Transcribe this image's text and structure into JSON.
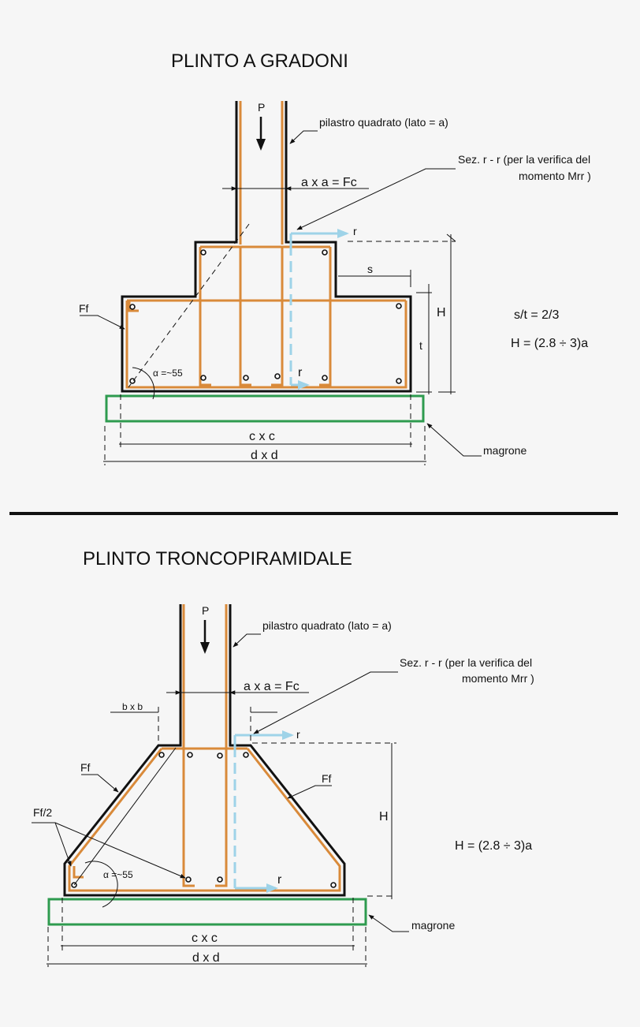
{
  "top": {
    "title": "PLINTO A GRADONI",
    "load": "P",
    "pillar": "pilastro quadrato (lato = a)",
    "section_1": "Sez. r - r  (per la verifica del",
    "section_2": "momento Mrr )",
    "column_area": "a x a = Fc",
    "r_top": "r",
    "r_bottom": "r",
    "s": "s",
    "h": "H",
    "t": "t",
    "ff": "Ff",
    "alpha": "α =~55",
    "ratio": "s/t = 2/3",
    "h_formula": "H = (2.8 ÷ 3)a",
    "c": "c x c",
    "d": "d x d",
    "lean": "magrone"
  },
  "bottom": {
    "title": "PLINTO TRONCOPIRAMIDALE",
    "load": "P",
    "pillar": "pilastro quadrato (lato = a)",
    "section_1": "Sez. r - r  (per la verifica del",
    "section_2": "momento Mrr )",
    "column_area": "a x a = Fc",
    "b": "b x b",
    "r_top": "r",
    "r_bottom": "r",
    "ff_left": "Ff",
    "ff_right": "Ff",
    "ff_half": "Ff/2",
    "alpha": "α =~55",
    "h": "H",
    "h_formula": "H = (2.8 ÷ 3)a",
    "c": "c x c",
    "d": "d x d",
    "lean": "magrone"
  }
}
